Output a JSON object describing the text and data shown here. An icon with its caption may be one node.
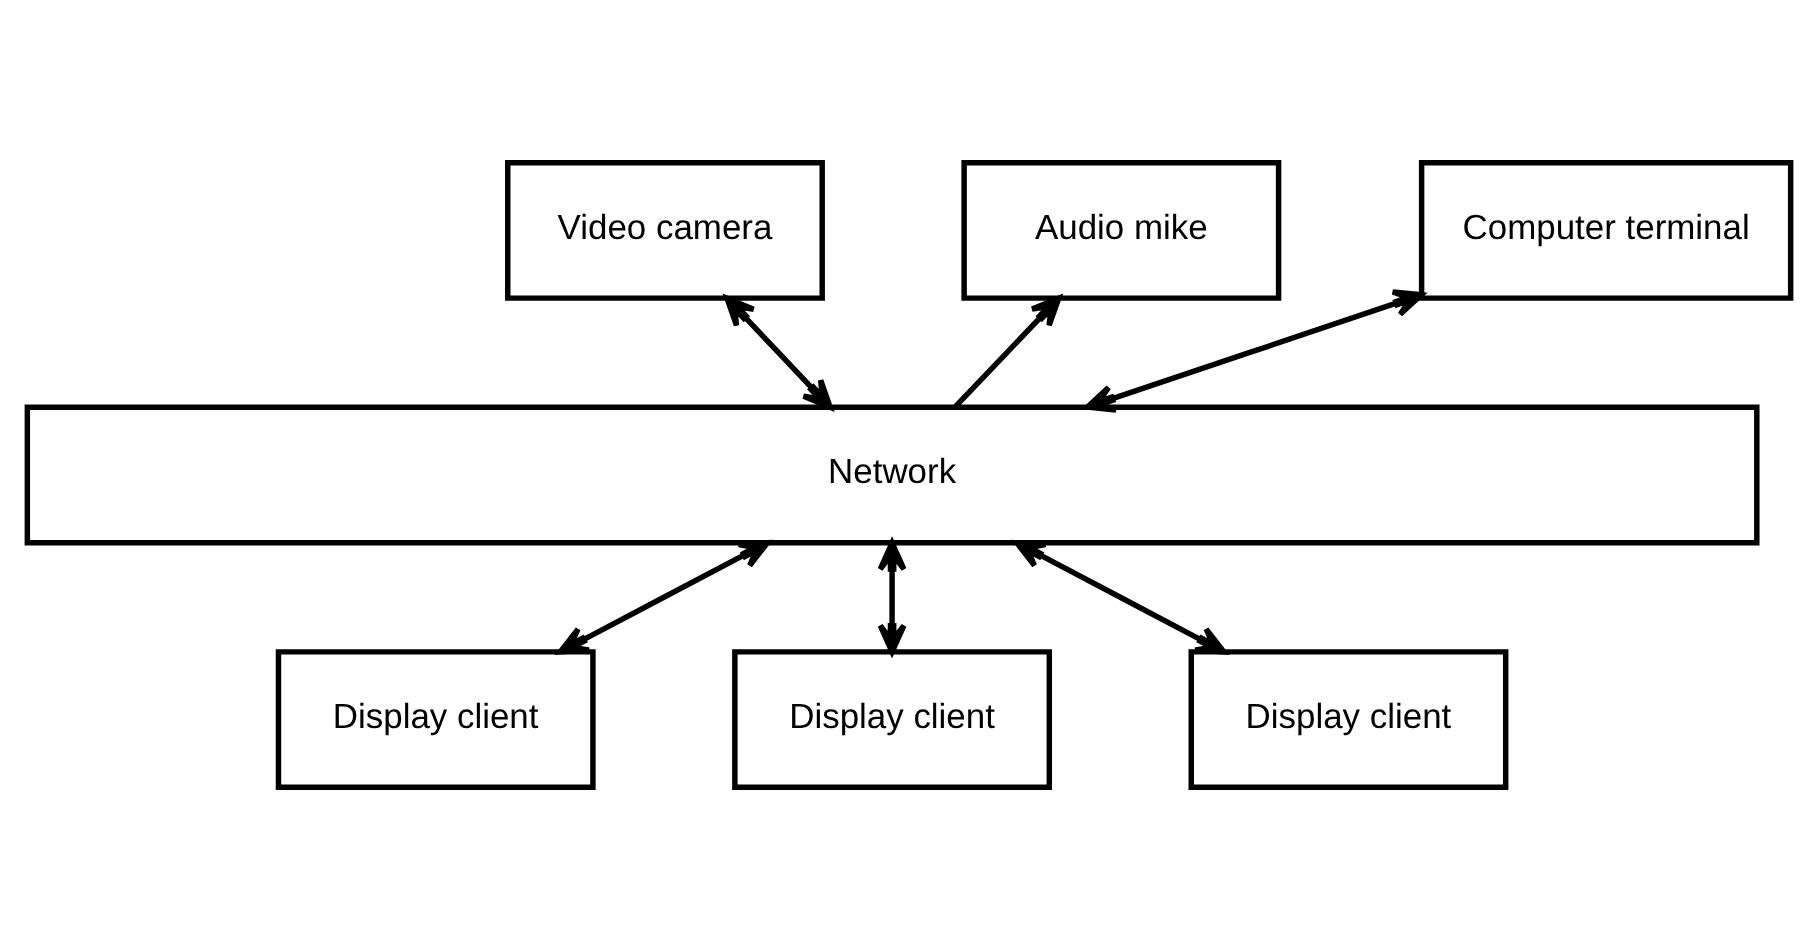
{
  "diagram": {
    "nodes": [
      {
        "text": [
          "Video camera"
        ]
      },
      {
        "text": [
          "Audio mike"
        ]
      },
      {
        "text": [
          "Computer terminal"
        ]
      },
      {
        "text": [
          "Network"
        ]
      },
      {
        "text": [
          "Display client"
        ]
      },
      {
        "text": [
          "Display client"
        ]
      },
      {
        "text": [
          "Display client"
        ]
      }
    ],
    "edges": [
      {
        "from": 0,
        "to": 3,
        "arrow": "both"
      },
      {
        "from": 3,
        "to": 1,
        "arrow": "to"
      },
      {
        "from": 2,
        "to": 3,
        "arrow": "both"
      },
      {
        "from": 3,
        "to": 4,
        "arrow": "both"
      },
      {
        "from": 3,
        "to": 5,
        "arrow": "both"
      },
      {
        "from": 3,
        "to": 6,
        "arrow": "both"
      }
    ]
  }
}
